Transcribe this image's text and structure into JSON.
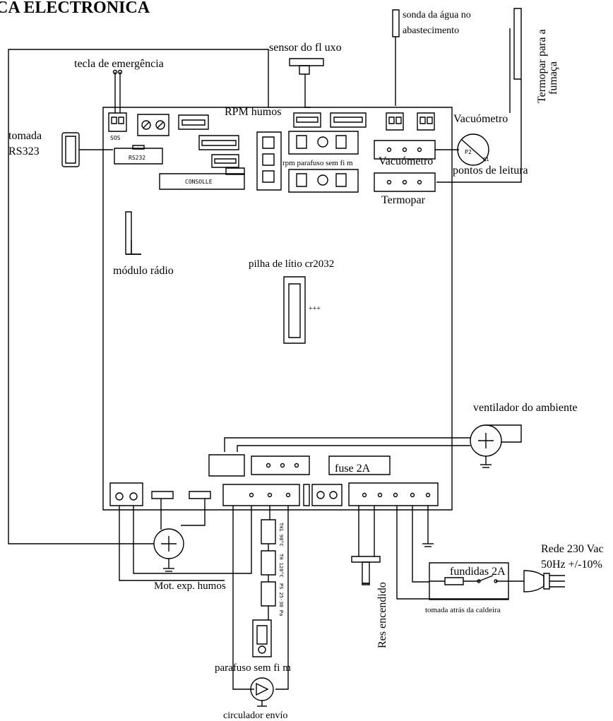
{
  "diagram": {
    "title": "CA ELECTRONICA",
    "colors": {
      "stroke": "#000000",
      "background": "#ffffff"
    },
    "labels": {
      "sonda_agua_1": "sonda da água no",
      "sonda_agua_2": "abastecimento",
      "termopar_fumaca_1": "Termopar para a",
      "termopar_fumaca_2": "fumaça",
      "sensor_fluxo": "sensor do fl uxo",
      "tecla_emergencia": "tecla de emergência",
      "rpm_humos": "RPM humos",
      "vacuometro": "Vacuómetro",
      "tomada_1": "tomada",
      "tomada_2": "RS323",
      "rpm_parafuso": "rpm parafuso sem fi m",
      "vacuometro_conn": "Vacuómetro",
      "pontos_leitura": "pontos de leitura",
      "termopar": "Termopar",
      "modulo_radio": "módulo rádio",
      "pilha": "pilha de lítio cr2032",
      "ventilador": "ventilador do ambiente",
      "fuse": "fuse 2A",
      "fundidas": "fundidas 2A",
      "rede_1": "Rede 230 Vac",
      "rede_2": "50Hz +/-10%",
      "tomada_caldeira": "tomada atrás da caldeira",
      "mot_exp": "Mot. exp. humos",
      "res_encendido": "Res encendido",
      "parafuso": "parafuso sem fi m",
      "circulador": "circulador envío"
    },
    "silk": {
      "sos": "SOS",
      "rs232": "RS232",
      "consolle": "CONSOLLE",
      "p2": "P2",
      "p1": "P1",
      "th1": "TH1 90°C",
      "th2": "TH 120°C",
      "ps": "PS 25-30 Pa"
    }
  }
}
